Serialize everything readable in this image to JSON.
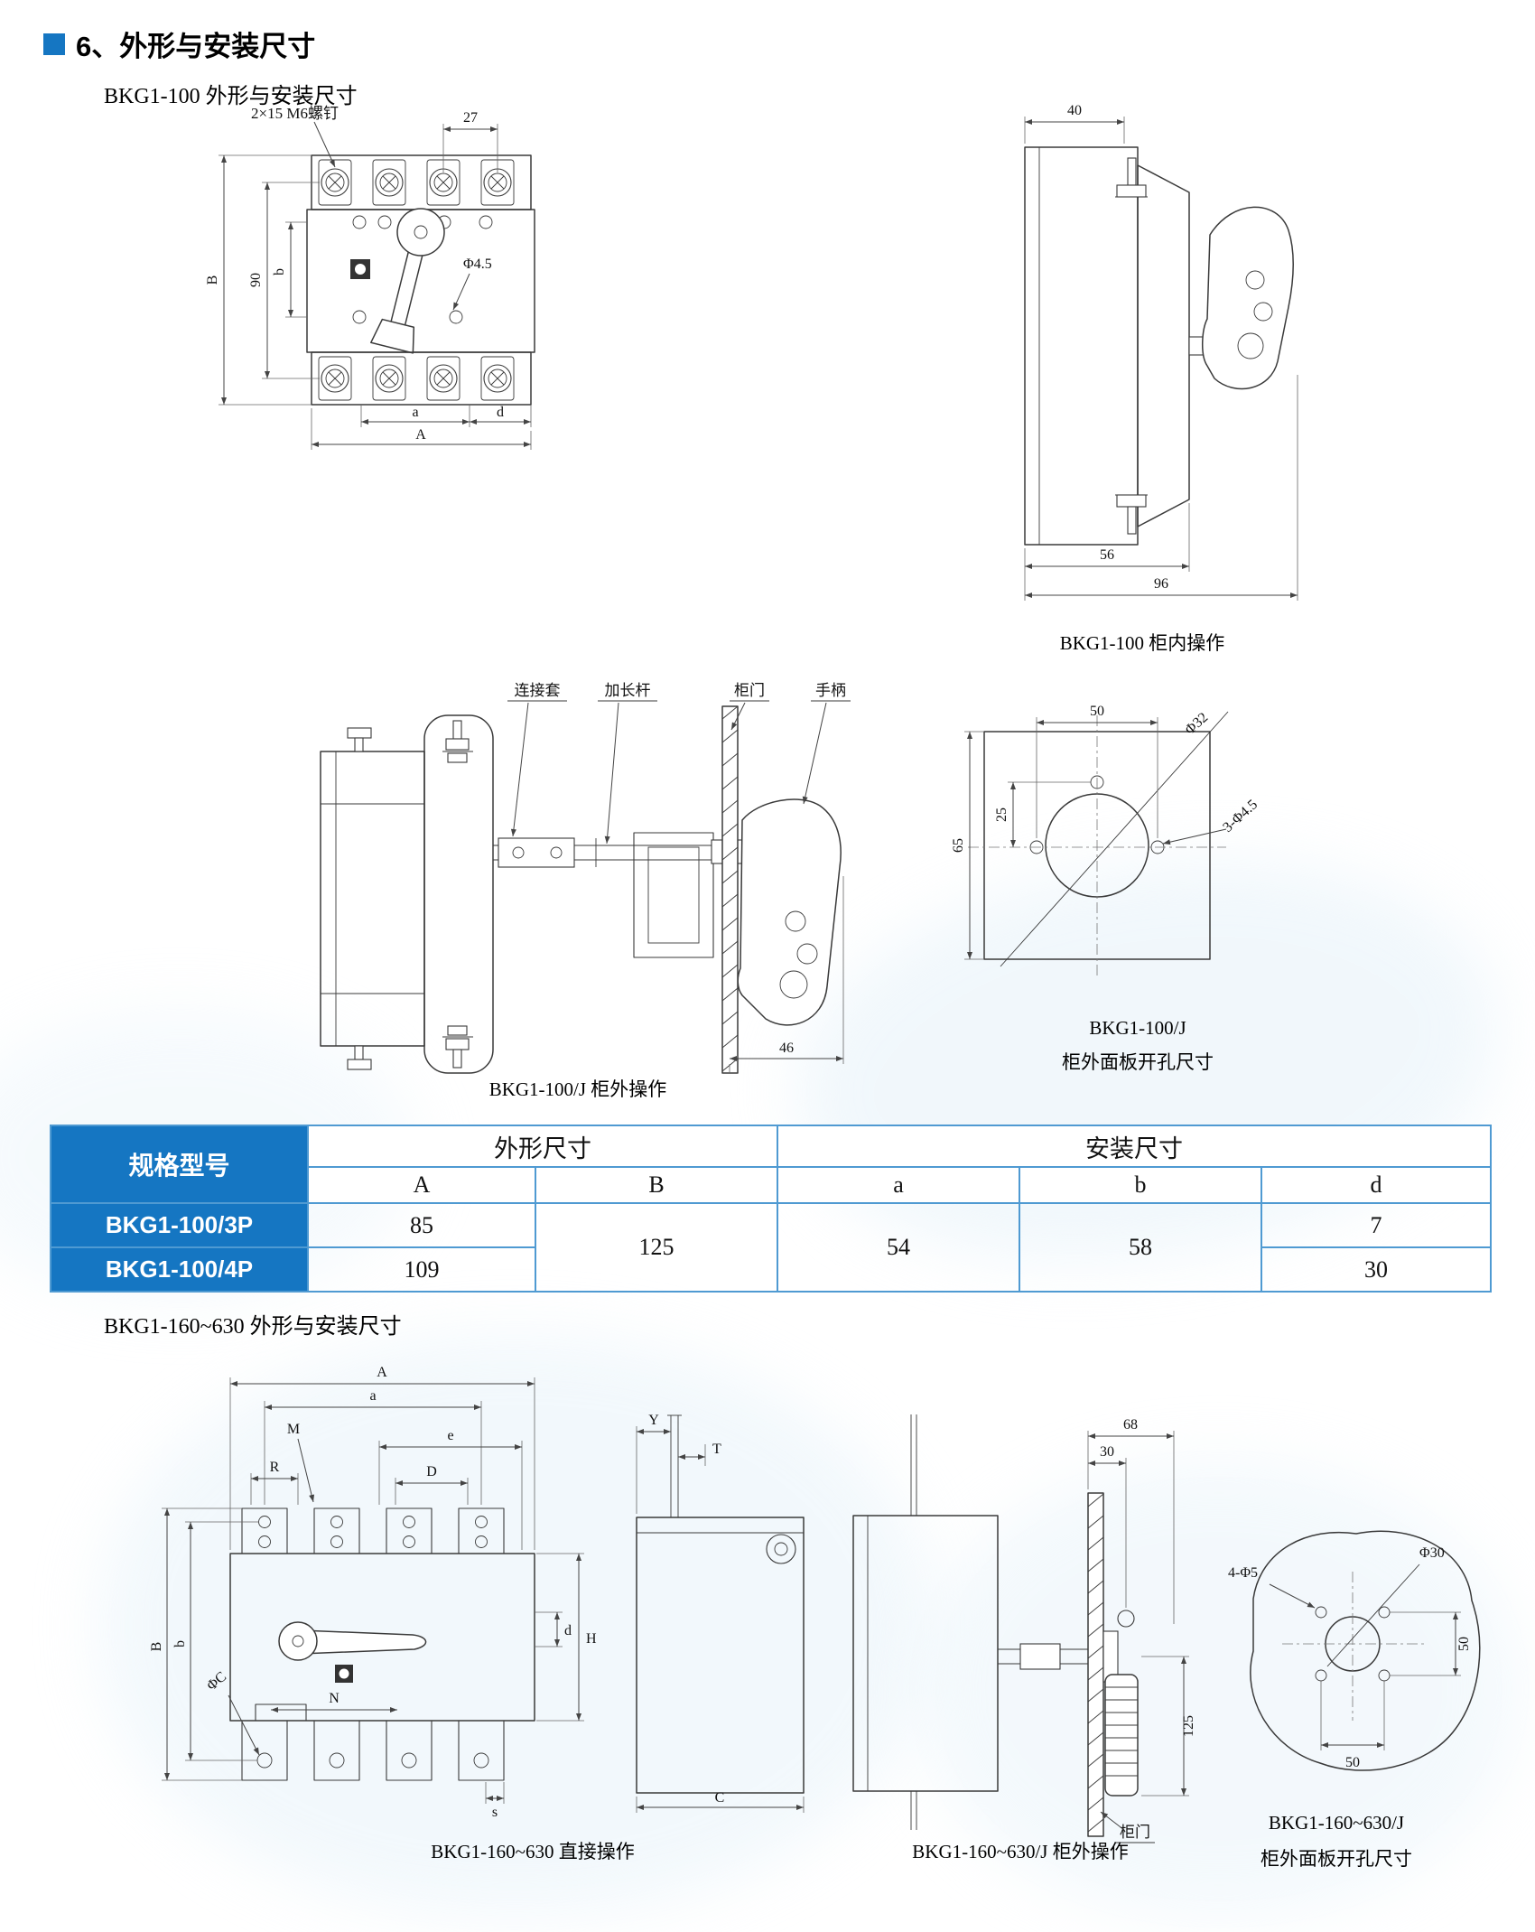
{
  "colors": {
    "accent_blue": "#1576c2",
    "table_border": "#4f9ad2",
    "drawing_line": "#3a3a3a",
    "watermark_blue": "#e8f3fa"
  },
  "header": {
    "section_title": "6、外形与安装尺寸"
  },
  "sections": {
    "bkg100_subtitle": "BKG1-100 外形与安装尺寸",
    "bkg630_subtitle": "BKG1-160~630 外形与安装尺寸"
  },
  "front_view": {
    "screw_note": "2×15 M6螺钉",
    "dim_27": "27",
    "dim_B": "B",
    "dim_90": "90",
    "dim_b": "b",
    "dim_phi45": "Φ4.5",
    "dim_a": "a",
    "dim_d": "d",
    "dim_A": "A"
  },
  "cabinet_view": {
    "dim_40": "40",
    "dim_56": "56",
    "dim_96": "96",
    "caption": "BKG1-100 柜内操作"
  },
  "extension_view": {
    "label_sleeve": "连接套",
    "label_rod": "加长杆",
    "label_door": "柜门",
    "label_handle": "手柄",
    "dim_46": "46",
    "caption": "BKG1-100/J 柜外操作"
  },
  "panel_cutout_100": {
    "dim_50": "50",
    "dim_25": "25",
    "dim_65": "65",
    "dim_phi32": "Φ32",
    "dim_holes": "3-Φ4.5",
    "caption_line1": "BKG1-100/J",
    "caption_line2": "柜外面板开孔尺寸"
  },
  "spec_table": {
    "model_header": "规格型号",
    "outline_header": "外形尺寸",
    "install_header": "安装尺寸",
    "cols": [
      "A",
      "B",
      "a",
      "b",
      "d"
    ],
    "rows": [
      {
        "model": "BKG1-100/3P",
        "A": "85",
        "d": "7"
      },
      {
        "model": "BKG1-100/4P",
        "A": "109",
        "d": "30"
      }
    ],
    "shared": {
      "B": "125",
      "a": "54",
      "b": "58"
    }
  },
  "direct_view": {
    "dim_A": "A",
    "dim_a": "a",
    "dim_M": "M",
    "dim_e": "e",
    "dim_R": "R",
    "dim_D": "D",
    "dim_B": "B",
    "dim_b": "b",
    "dim_phiC": "ΦC",
    "dim_N": "N",
    "dim_d": "d",
    "dim_H": "H",
    "dim_s": "s",
    "caption": "BKG1-160~630 直接操作"
  },
  "side_view_630": {
    "dim_Y": "Y",
    "dim_T": "T",
    "dim_C": "C"
  },
  "extension_view_630": {
    "dim_68": "68",
    "dim_30": "30",
    "dim_125": "125",
    "label_door": "柜门",
    "caption": "BKG1-160~630/J 柜外操作"
  },
  "panel_cutout_630": {
    "dim_holes": "4-Φ5",
    "dim_phi30": "Φ30",
    "dim_50_right": "50",
    "dim_50_bottom": "50",
    "caption_line1": "BKG1-160~630/J",
    "caption_line2": "柜外面板开孔尺寸"
  }
}
